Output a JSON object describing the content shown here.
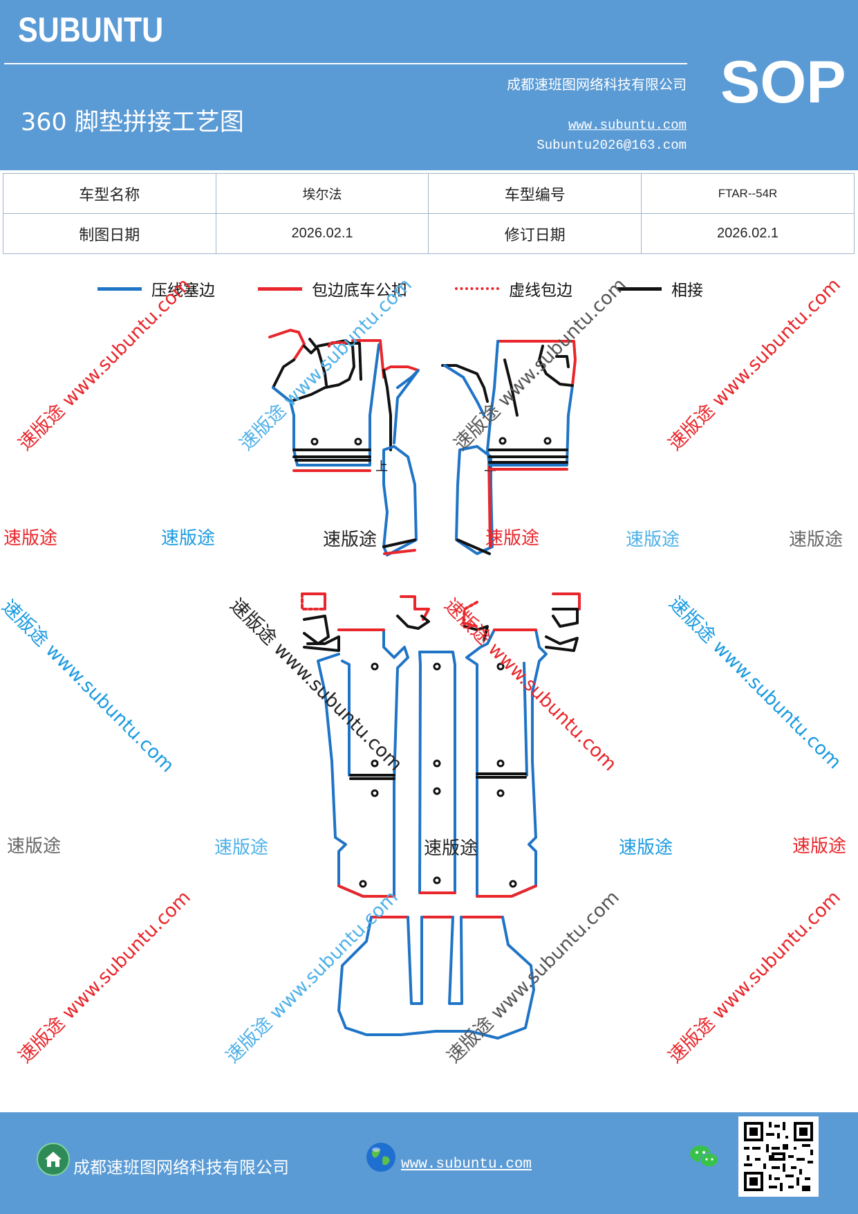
{
  "header": {
    "logo": "SUBUNTU",
    "title": "360 脚垫拼接工艺图",
    "company": "成都速班图网络科技有限公司",
    "website": "www.subuntu.com",
    "email": "Subuntu2026@163.com",
    "badge": "SOP"
  },
  "info_table": {
    "rows": [
      [
        "车型名称",
        "埃尔法",
        "车型编号",
        "FTAR--54R"
      ],
      [
        "制图日期",
        "2026.02.1",
        "修订日期",
        "2026.02.1"
      ]
    ]
  },
  "legend": [
    {
      "label": "压线塞边",
      "color": "#1f74c6",
      "style": "solid"
    },
    {
      "label": "包边底车公扣",
      "color": "#e8262b",
      "style": "solid"
    },
    {
      "label": "虚线包边",
      "color": "#e8262b",
      "style": "dotted"
    },
    {
      "label": "相接",
      "color": "#111111",
      "style": "solid"
    }
  ],
  "diagram_marks": [
    "上",
    "上"
  ],
  "watermarks": {
    "brand": "速版途",
    "url": "www.subuntu.com",
    "brand_url": "速版途 www.subuntu.com",
    "colors": {
      "red": "#e8262b",
      "blue": "#1a9ae0",
      "gray": "#666666",
      "light_blue": "#4fb0e8",
      "black": "#222222"
    }
  },
  "footer": {
    "company": "成都速班图网络科技有限公司",
    "website": "www.subuntu.com"
  },
  "colors": {
    "header_bg": "#5b9bd5",
    "footer_bg": "#5b9bd5"
  }
}
